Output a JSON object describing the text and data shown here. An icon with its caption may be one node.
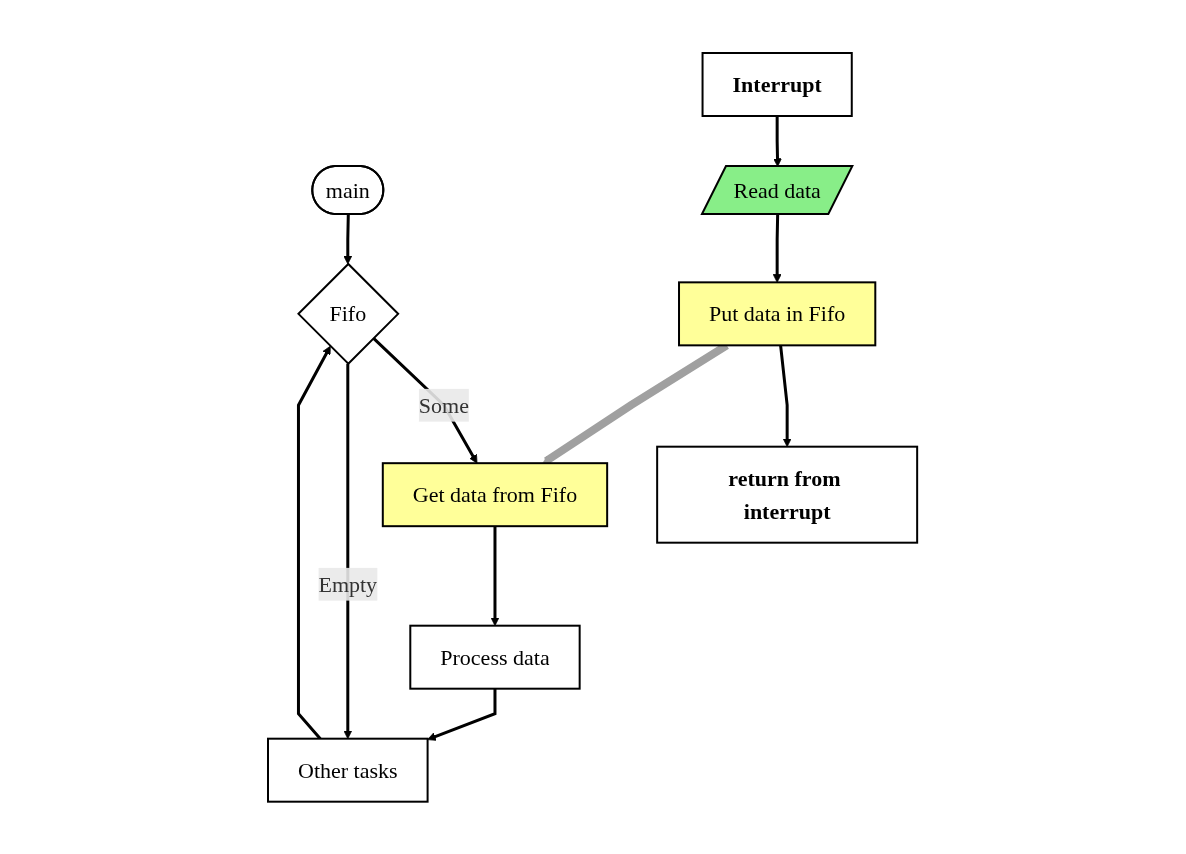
{
  "diagram": {
    "nodes": [
      {
        "text": [
          "main"
        ]
      },
      {
        "text": [
          "Fifo"
        ]
      },
      {
        "text": [
          "Get data from Fifo"
        ]
      },
      {
        "text": [
          "Process data"
        ]
      },
      {
        "text": [
          "Other tasks"
        ]
      },
      {
        "text": [
          "Interrupt"
        ]
      },
      {
        "text": [
          "Read data"
        ]
      },
      {
        "text": [
          "Put data in Fifo"
        ]
      },
      {
        "text": [
          "return from interrupt"
        ]
      }
    ],
    "edges": [
      {
        "from": 0,
        "to": 1,
        "arrow": "to"
      },
      {
        "from": 1,
        "to": 2,
        "arrow": "to",
        "label": "Some"
      },
      {
        "from": 1,
        "to": 4,
        "arrow": "to",
        "label": "Empty"
      },
      {
        "from": 2,
        "to": 3,
        "arrow": "to"
      },
      {
        "from": 3,
        "to": 4,
        "arrow": "to"
      },
      {
        "from": 4,
        "to": 1,
        "arrow": "to"
      },
      {
        "from": 5,
        "to": 6,
        "arrow": "to"
      },
      {
        "from": 6,
        "to": 7,
        "arrow": "to"
      },
      {
        "from": 7,
        "to": 8,
        "arrow": "to"
      },
      {
        "from": 7,
        "to": 2,
        "arrow": "to",
        "style": "thick",
        "color": "#a0a0a0"
      }
    ]
  }
}
